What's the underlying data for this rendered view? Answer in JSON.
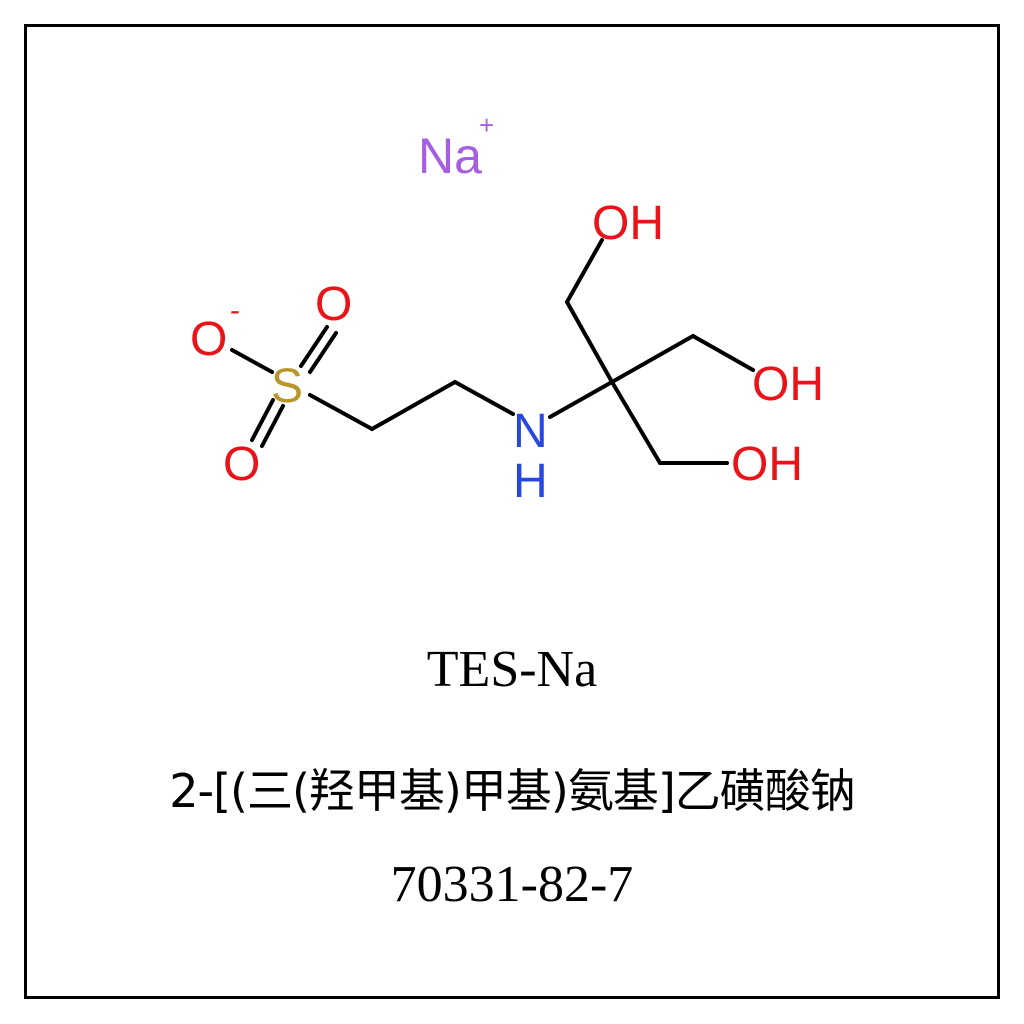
{
  "compound": {
    "abbreviation": "TES-Na",
    "chinese_name": "2-[(三(羟甲基)甲基)氨基]乙磺酸钠",
    "cas_number": "70331-82-7"
  },
  "structure": {
    "counter_ion": {
      "label": "Na",
      "charge": "+"
    },
    "atoms": {
      "o_minus": {
        "label": "O",
        "charge": "-"
      },
      "o_top": {
        "label": "O"
      },
      "o_bottom": {
        "label": "O"
      },
      "sulfur": {
        "label": "S"
      },
      "nitrogen": {
        "label": "N"
      },
      "nitrogen_h": {
        "label": "H"
      },
      "oh_top": {
        "label": "OH"
      },
      "oh_right": {
        "label": "OH"
      },
      "oh_bottom": {
        "label": "OH"
      }
    },
    "colors": {
      "bond": "#000000",
      "oxygen": "#e8141a",
      "sulfur": "#b8962a",
      "nitrogen": "#2647e0",
      "sodium": "#a55fe0"
    }
  }
}
